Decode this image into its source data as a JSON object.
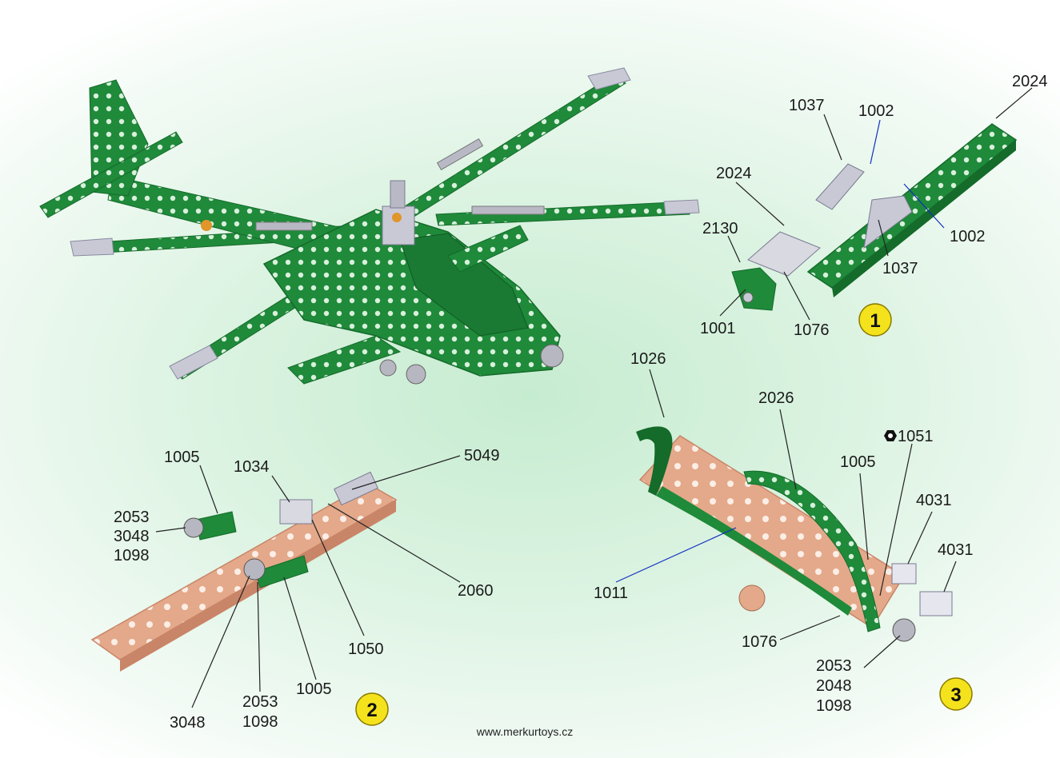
{
  "colors": {
    "green_part": "#1f8a3a",
    "green_dark": "#146b2a",
    "copper_part": "#e4a98a",
    "copper_dark": "#c98568",
    "silver_part": "#c9c9d6",
    "step_badge": "#f4e21c",
    "leader_line": "#222222",
    "leader_blue": "#1030c0"
  },
  "labels": {
    "s1": [
      "2024",
      "1037",
      "1002",
      "2024",
      "2130",
      "1002",
      "1037",
      "1001",
      "1076"
    ],
    "s2": [
      "1005",
      "1034",
      "5049",
      "2053",
      "3048",
      "1098",
      "2060",
      "1050",
      "1005",
      "3048",
      "2053",
      "1098"
    ],
    "s3": [
      "1026",
      "2026",
      "1051",
      "1005",
      "4031",
      "4031",
      "1011",
      "1076",
      "2053",
      "2048",
      "1098"
    ]
  },
  "steps": [
    "1",
    "2",
    "3"
  ],
  "footer": {
    "website": "www.merkurtoys.cz"
  }
}
